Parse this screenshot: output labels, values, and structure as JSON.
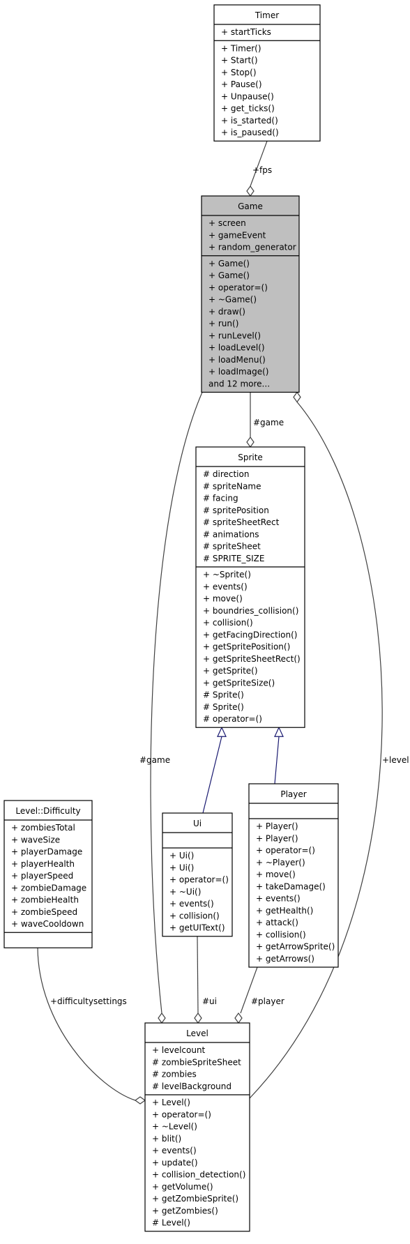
{
  "colors": {
    "box_fill": "#ffffff",
    "highlight_fill": "#bfbfbf",
    "border": "#000000",
    "association_edge": "#404040",
    "inheritance_edge": "#191970"
  },
  "classes": [
    {
      "id": "timer",
      "name": "Timer",
      "attributes": [
        "+ startTicks"
      ],
      "methods": [
        "+ Timer()",
        "+ Start()",
        "+ Stop()",
        "+ Pause()",
        "+ Unpause()",
        "+ get_ticks()",
        "+ is_started()",
        "+ is_paused()"
      ]
    },
    {
      "id": "game",
      "name": "Game",
      "highlight": true,
      "attributes": [
        "+ screen",
        "+ gameEvent",
        "+ random_generator"
      ],
      "methods": [
        "+ Game()",
        "+ Game()",
        "+ operator=()",
        "+ ~Game()",
        "+ draw()",
        "+ run()",
        "+ runLevel()",
        "+ loadLevel()",
        "+ loadMenu()",
        "+ loadImage()",
        "and 12 more..."
      ]
    },
    {
      "id": "sprite",
      "name": "Sprite",
      "attributes": [
        "# direction",
        "# spriteName",
        "# facing",
        "# spritePosition",
        "# spriteSheetRect",
        "# animations",
        "# spriteSheet",
        "# SPRITE_SIZE"
      ],
      "methods": [
        "+ ~Sprite()",
        "+ events()",
        "+ move()",
        "+ boundries_collision()",
        "+ collision()",
        "+ getFacingDirection()",
        "+ getSpritePosition()",
        "+ getSpriteSheetRect()",
        "+ getSprite()",
        "+ getSpriteSize()",
        "# Sprite()",
        "# Sprite()",
        "# operator=()"
      ]
    },
    {
      "id": "player",
      "name": "Player",
      "attributes": [],
      "methods": [
        "+ Player()",
        "+ Player()",
        "+ operator=()",
        "+ ~Player()",
        "+ move()",
        "+ takeDamage()",
        "+ events()",
        "+ getHealth()",
        "+ attack()",
        "+ collision()",
        "+ getArrowSprite()",
        "+ getArrows()"
      ]
    },
    {
      "id": "ui",
      "name": "Ui",
      "attributes": [],
      "methods": [
        "+ Ui()",
        "+ Ui()",
        "+ operator=()",
        "+ ~Ui()",
        "+ events()",
        "+ collision()",
        "+ getUIText()"
      ]
    },
    {
      "id": "difficulty",
      "name": "Level::Difficulty",
      "attributes": [
        "+ zombiesTotal",
        "+ waveSize",
        "+ playerDamage",
        "+ playerHealth",
        "+ playerSpeed",
        "+ zombieDamage",
        "+ zombieHealth",
        "+ zombieSpeed",
        "+ waveCooldown"
      ],
      "methods": []
    },
    {
      "id": "level",
      "name": "Level",
      "attributes": [
        "+ levelcount",
        "# zombieSpriteSheet",
        "# zombies",
        "# levelBackground"
      ],
      "methods": [
        "+ Level()",
        "+ operator=()",
        "+ ~Level()",
        "+ blit()",
        "+ events()",
        "+ update()",
        "+ collision_detection()",
        "+ getVolume()",
        "+ getZombieSprite()",
        "+ getZombies()",
        "# Level()"
      ]
    }
  ],
  "edges": [
    {
      "id": "fps",
      "label": "+fps"
    },
    {
      "id": "game-sprite",
      "label": "#game"
    },
    {
      "id": "game-level",
      "label": "#game"
    },
    {
      "id": "level-self",
      "label": "+level"
    },
    {
      "id": "ui-level",
      "label": "#ui"
    },
    {
      "id": "player-level",
      "label": "#player"
    },
    {
      "id": "difficulty-level",
      "label": "+difficultysettings"
    },
    {
      "id": "ui-inherits-sprite",
      "label": ""
    },
    {
      "id": "player-inherits-sprite",
      "label": ""
    }
  ]
}
